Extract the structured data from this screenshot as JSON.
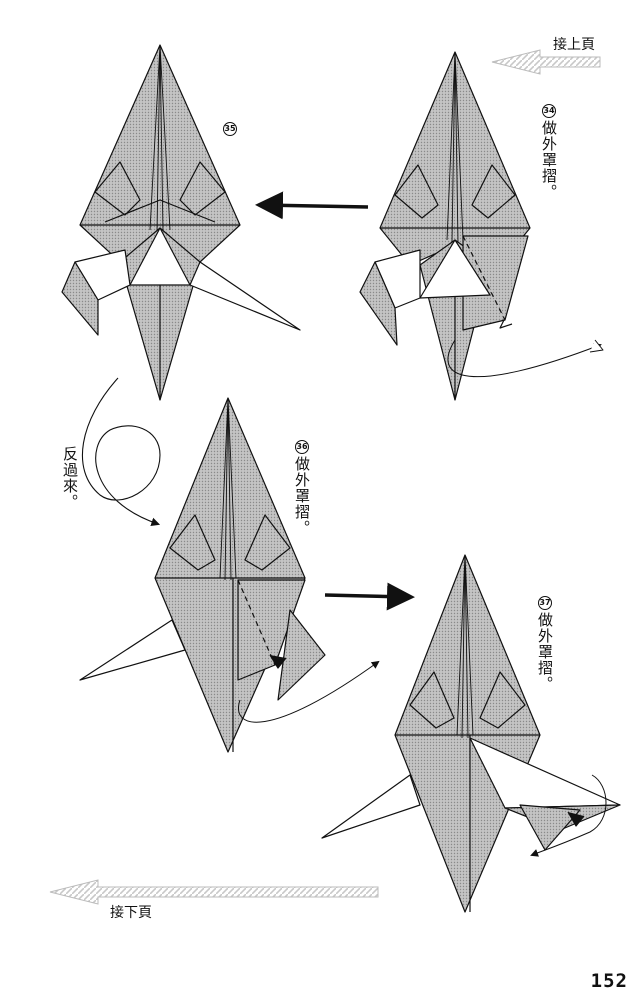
{
  "nav": {
    "prev_label": "接上頁",
    "next_label": "接下頁"
  },
  "steps": [
    {
      "number": "35",
      "instruction": ""
    },
    {
      "number": "34",
      "instruction": "做外罩摺。"
    },
    {
      "number": "36",
      "instruction": "做外罩摺。"
    },
    {
      "number": "37",
      "instruction": "做外罩摺。"
    }
  ],
  "flip_label": "反過來。",
  "page_number": "152",
  "colors": {
    "paper_shaded": "#b5b5b5",
    "paper_white": "#ffffff",
    "line": "#111111",
    "nav_arrow": "#d0d0d0"
  }
}
